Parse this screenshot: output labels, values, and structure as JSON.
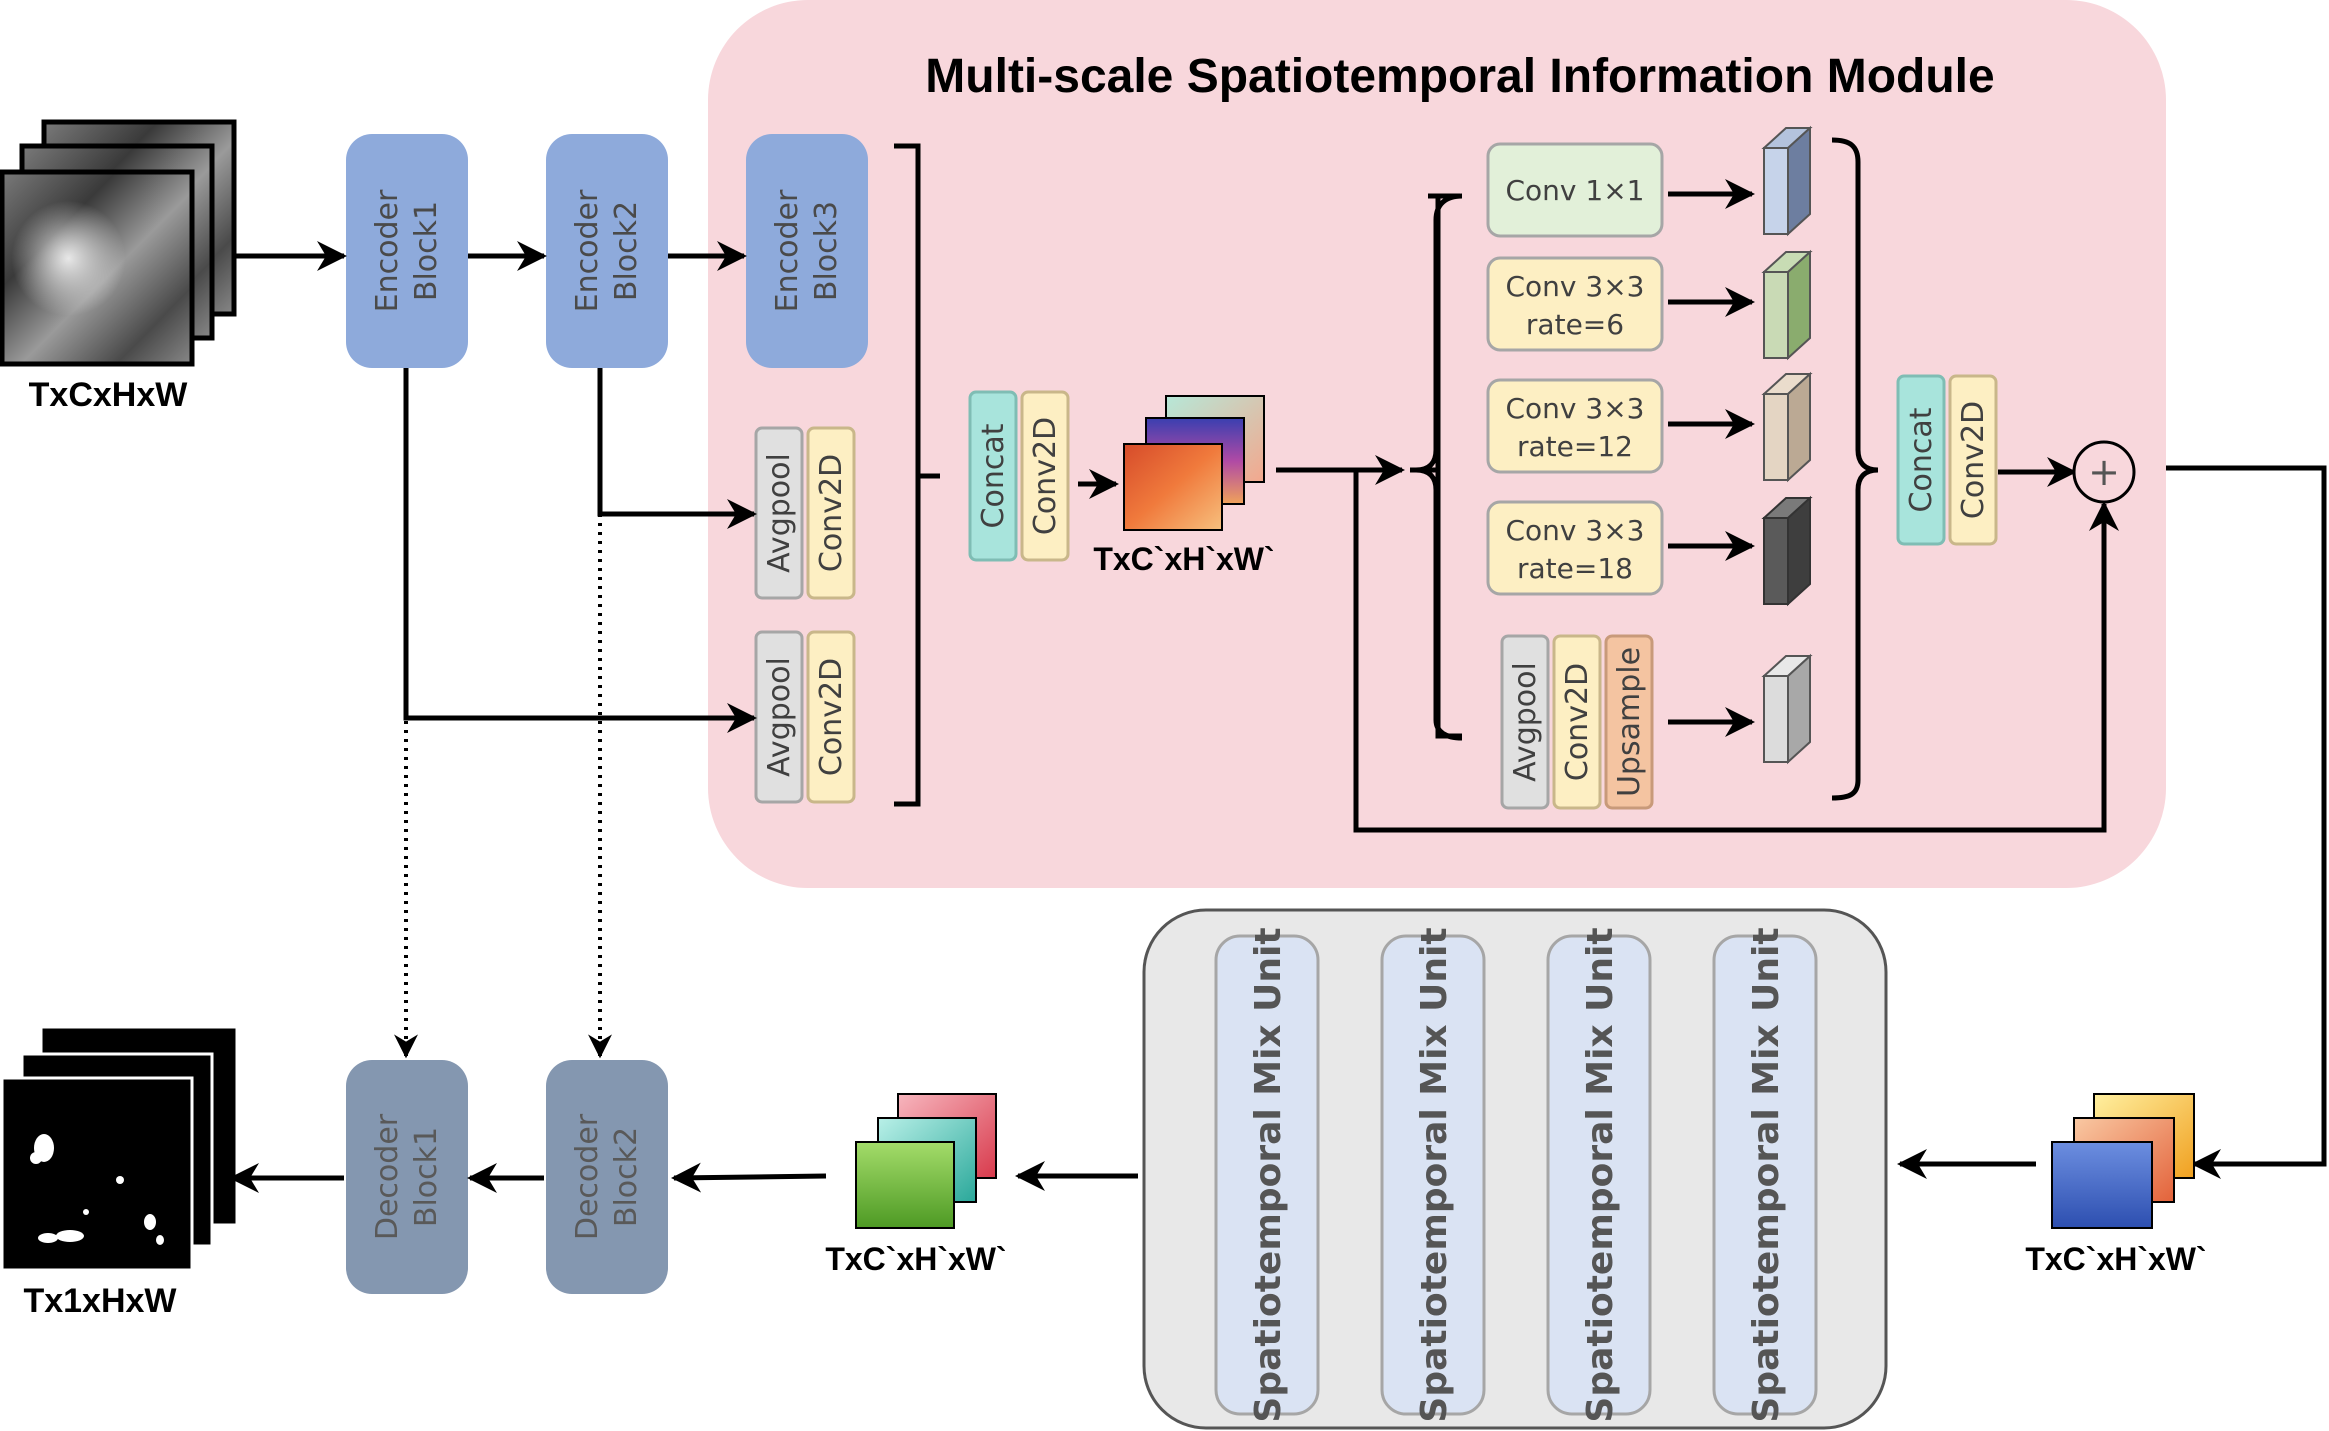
{
  "title": "Multi-scale Spatiotemporal Information Module",
  "labels": {
    "input": "TxCxHxW",
    "output": "Tx1xHxW",
    "feature_mid": "TxC`xH`xW`",
    "feature_right": "TxC`xH`xW`",
    "feature_bottom": "TxC`xH`xW`"
  },
  "encoder": {
    "block1": [
      "Encoder",
      "Block1"
    ],
    "block2": [
      "Encoder",
      "Block2"
    ],
    "block3": [
      "Encoder",
      "Block3"
    ]
  },
  "decoder": {
    "block1": [
      "Decoder",
      "Block1"
    ],
    "block2": [
      "Decoder",
      "Block2"
    ]
  },
  "ops": {
    "avgpool": "Avgpool",
    "conv2d": "Conv2D",
    "concat": "Concat",
    "upsample": "Upsample",
    "plus": "+"
  },
  "convs": [
    {
      "line1": "Conv 1×1",
      "line2": ""
    },
    {
      "line1": "Conv 3×3",
      "line2": "rate=6"
    },
    {
      "line1": "Conv 3×3",
      "line2": "rate=12"
    },
    {
      "line1": "Conv 3×3",
      "line2": "rate=18"
    }
  ],
  "mix_units": [
    "Spatiotemporal Mix Unit",
    "Spatiotemporal Mix Unit",
    "Spatiotemporal Mix Unit",
    "Spatiotemporal Mix Unit"
  ],
  "colors": {
    "module_bg": "#f8d7dc",
    "encoder": "#8eaadb",
    "decoder": "#8497b0",
    "avgpool": "#e0e0e0",
    "conv2d": "#fdefc3",
    "concat": "#a8e4dc",
    "conv1x1": "#e2f0d9",
    "conv3x3": "#fdefc3",
    "upsample": "#f4c4a1",
    "mix_bg": "#e8e8e8",
    "mix_unit": "#dae3f3"
  }
}
